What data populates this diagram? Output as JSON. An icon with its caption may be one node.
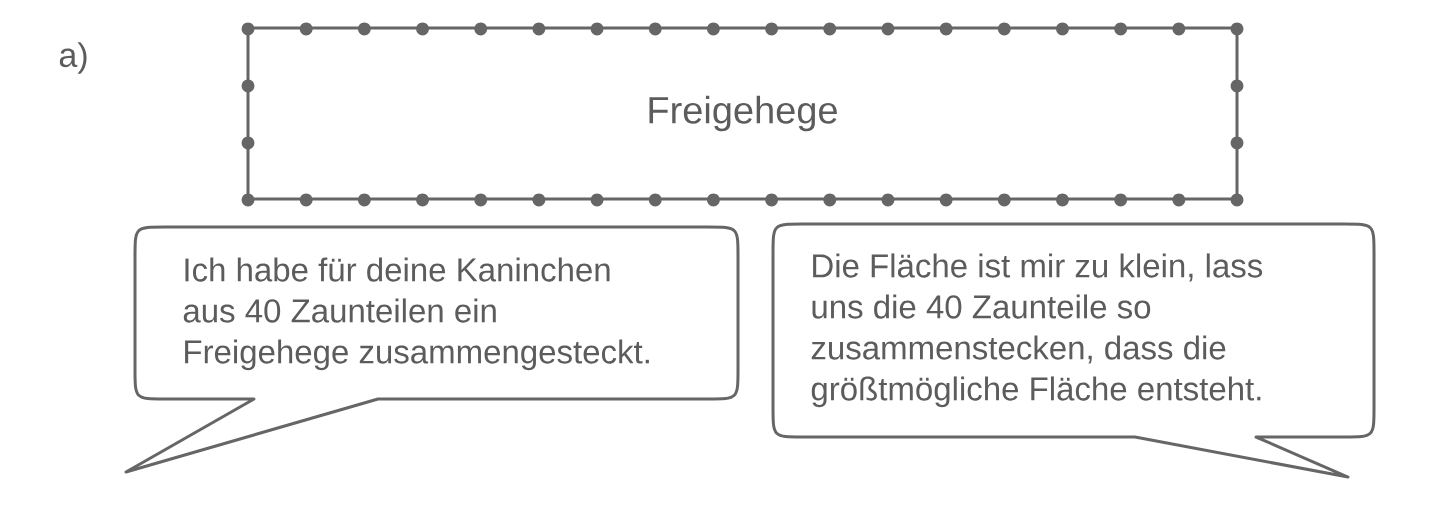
{
  "diagram": {
    "nodes": [
      {
        "text": [
          "Freigehege"
        ]
      },
      {
        "text": [
          "Ich habe für deine Kaninchen aus 40 Zaunteilen ein Freigehege zusammengesteckt."
        ]
      },
      {
        "text": [
          "Die Fläche ist mir zu klein, lass uns die 40 Zaunteile so zusammenstecken, dass die größtmögliche Fläche entsteht."
        ]
      }
    ],
    "labels": [
      "a)"
    ]
  }
}
